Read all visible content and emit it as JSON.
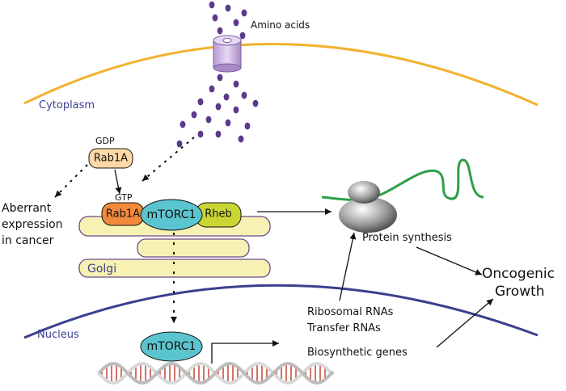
{
  "labels": {
    "amino_acids": "Amino acids",
    "cytoplasm": "Cytoplasm",
    "gdp": "GDP",
    "gtp": "GTP",
    "aberrant_line1": "Aberrant",
    "aberrant_line2": "expression",
    "aberrant_line3": "in cancer",
    "golgi": "Golgi",
    "nucleus": "Nucleus",
    "protein_synthesis": "Protein synthesis",
    "ribosomal_rnas": "Ribosomal RNAs",
    "transfer_rnas": "Transfer RNAs",
    "biosynthetic_genes": "Biosynthetic genes",
    "oncogenic_line1": "Oncogenic",
    "oncogenic_line2": "Growth"
  },
  "nodes": {
    "rab1a_free": "Rab1A",
    "rab1a_bound": "Rab1A",
    "mtorc1_golgi": "mTORC1",
    "rheb": "Rheb",
    "mtorc1_nucleus": "mTORC1"
  },
  "colors": {
    "membrane_cytoplasm": "#f2b230",
    "membrane_nucleus": "#3a3f8f",
    "label_blue": "#3a3f8f",
    "amino_acid_dot": "#5b3a8c",
    "rab1a_free_fill": "#fdd9a6",
    "rab1a_bound_fill": "#f28a3c",
    "mtorc1_fill": "#5bc5cf",
    "rheb_fill": "#c9d634",
    "golgi_fill": "#f7f2b4",
    "golgi_stroke": "#6b4a8c",
    "mrna_green": "#2e9e4a",
    "dna_red": "#c0392b"
  }
}
